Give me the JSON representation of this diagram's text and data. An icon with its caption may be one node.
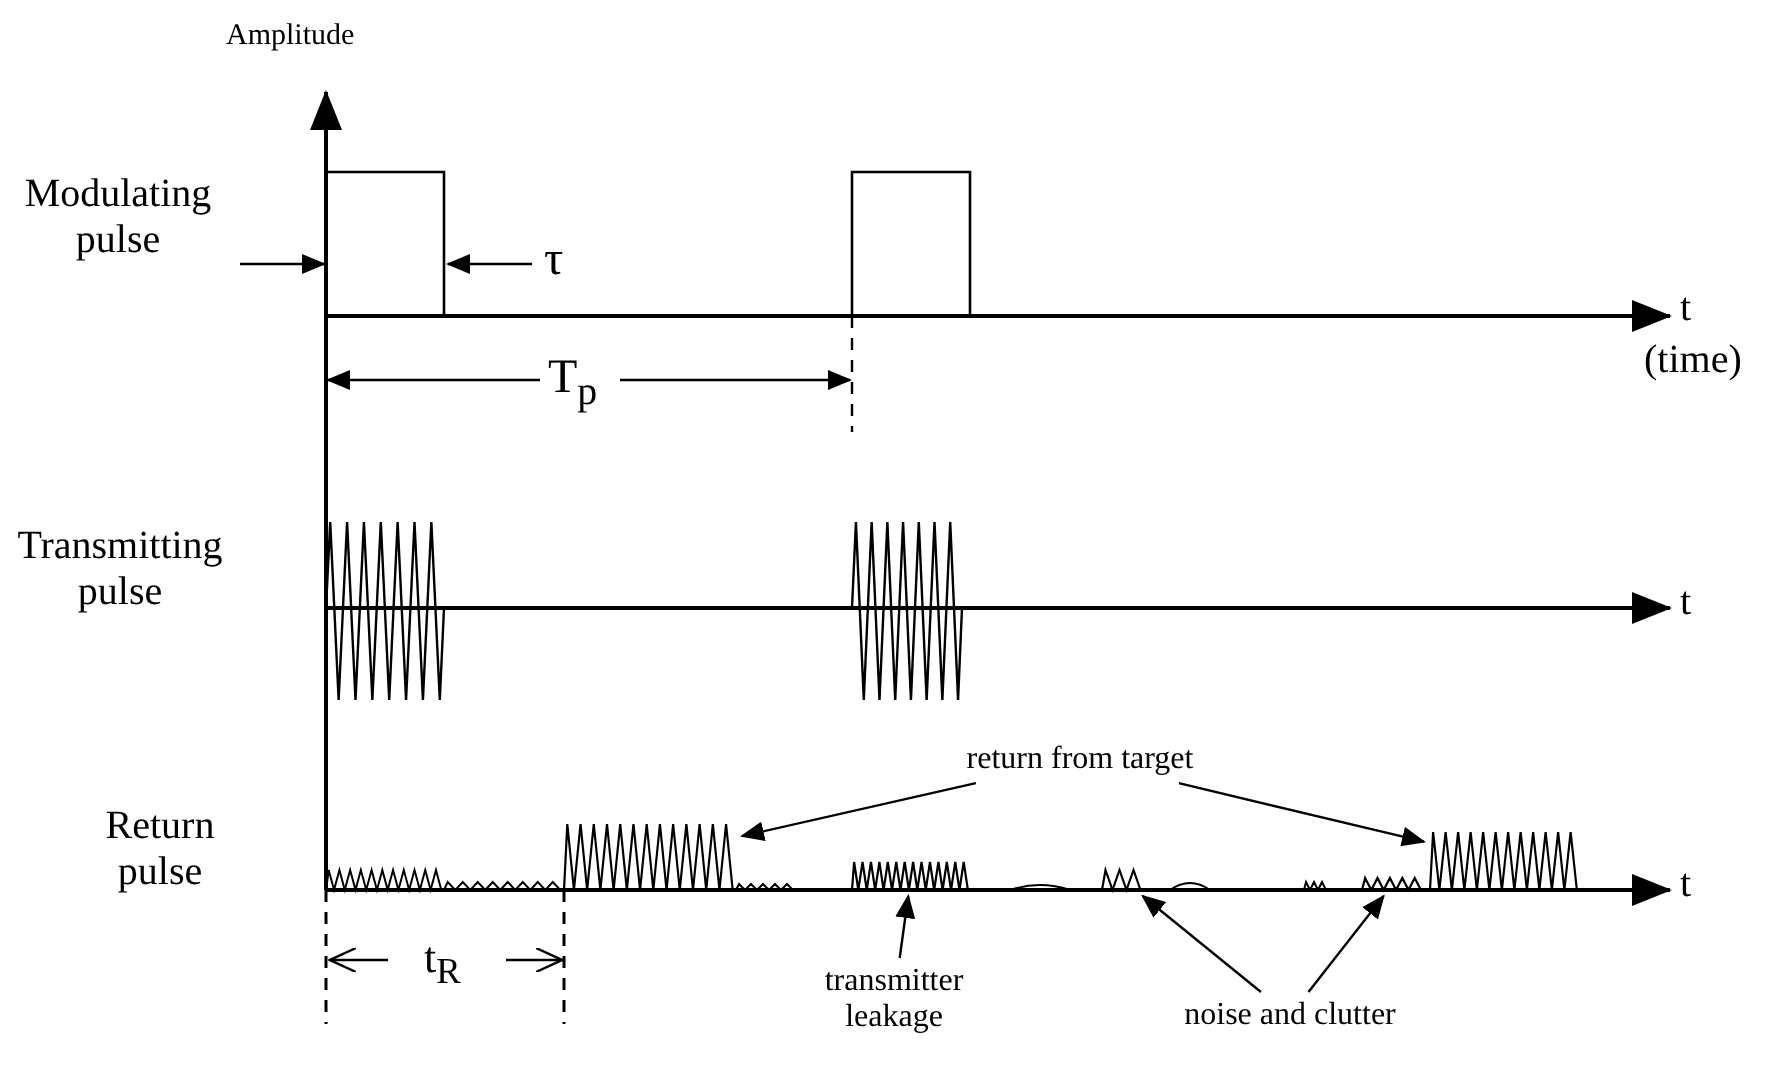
{
  "diagram": {
    "nodes": [
      {
        "text": [
          "return from target"
        ]
      },
      {
        "text": [
          "transmitter leakage"
        ]
      },
      {
        "text": [
          "noise and clutter"
        ]
      },
      {
        "text": [],
        "shape": "picture"
      },
      {
        "text": [],
        "shape": "picture"
      },
      {
        "text": [],
        "shape": "picture"
      },
      {
        "text": [],
        "shape": "picture"
      },
      {
        "text": [],
        "shape": "picture"
      }
    ],
    "edges": [
      {
        "from": 0,
        "to": 3,
        "arrow": "to"
      },
      {
        "from": 0,
        "to": 7,
        "arrow": "to"
      },
      {
        "from": 1,
        "to": 4,
        "arrow": "to"
      },
      {
        "from": 2,
        "to": 5,
        "arrow": "to"
      },
      {
        "from": 2,
        "to": 6,
        "arrow": "to"
      }
    ],
    "labels": [
      "Amplitude",
      "Modulating pulse",
      "τ",
      "T$_{p}$",
      "t",
      "(time)",
      "Transmitting pulse",
      "t",
      "Return pulse",
      "t$_{R}$",
      "t"
    ]
  }
}
